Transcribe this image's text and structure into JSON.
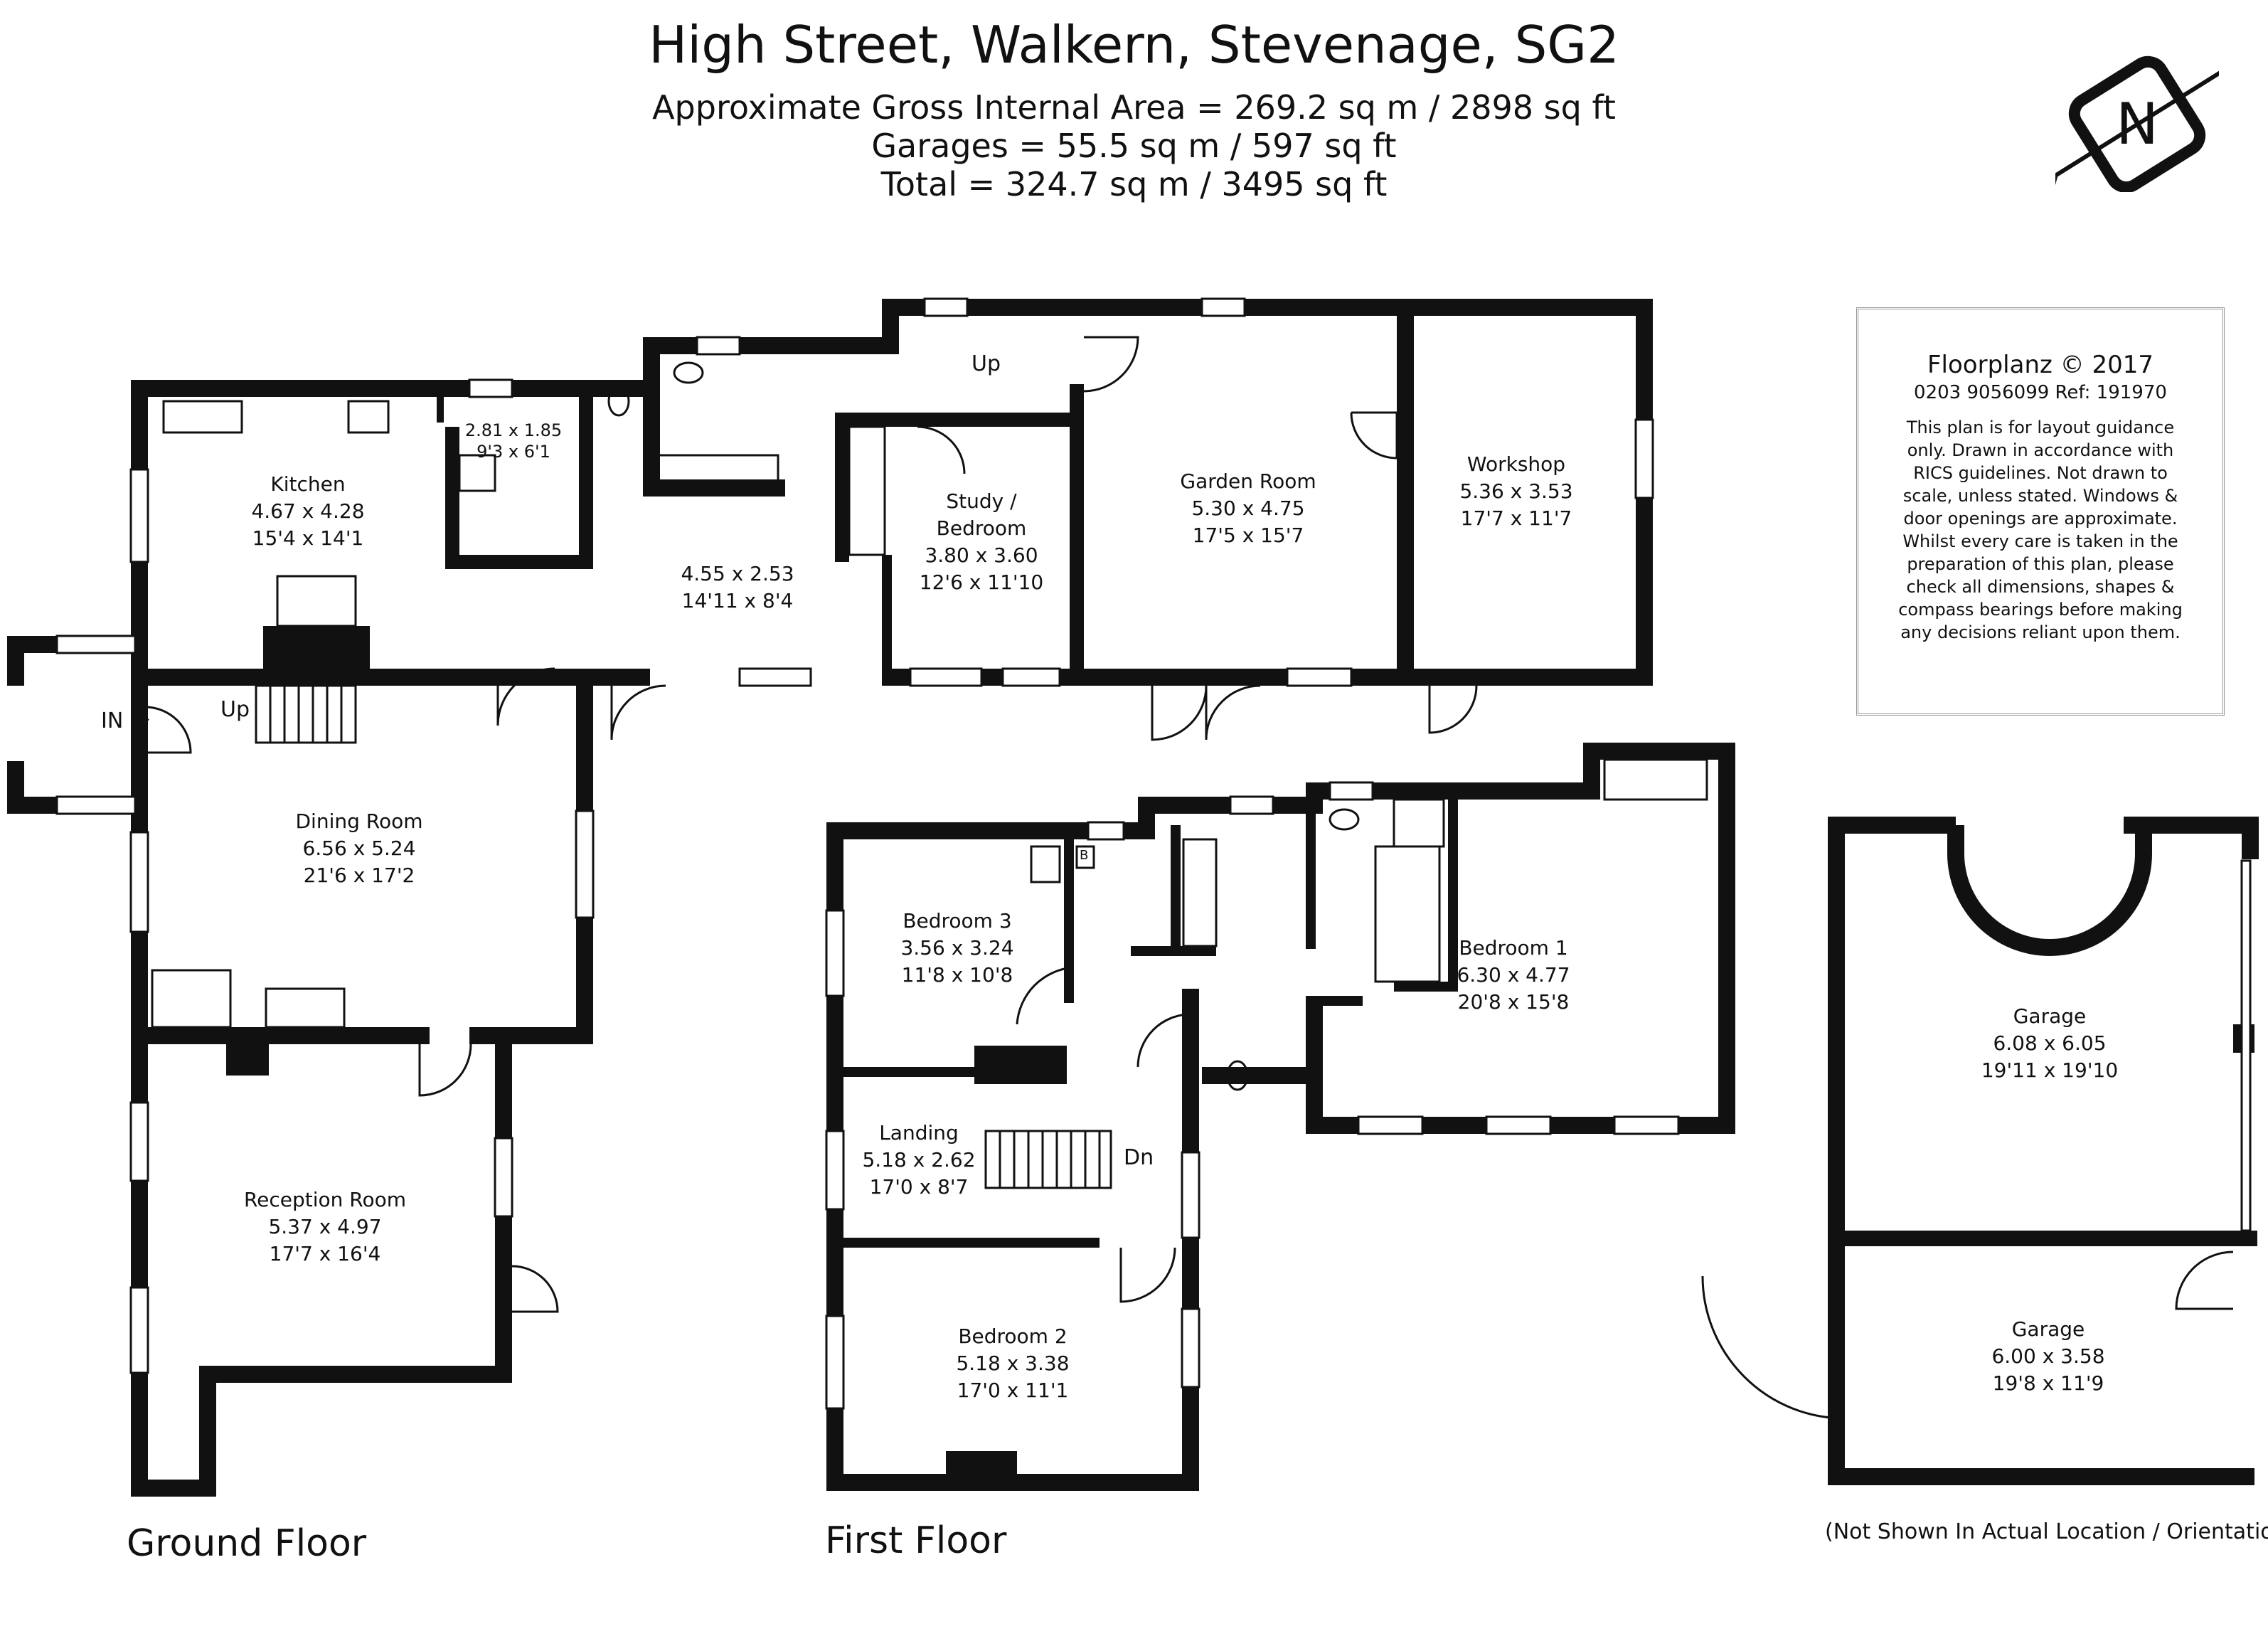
{
  "header": {
    "title": "High Street, Walkern, Stevenage, SG2",
    "area_lines": [
      "Approximate Gross Internal Area = 269.2 sq m / 2898 sq ft",
      "Garages = 55.5 sq m / 597 sq ft",
      "Total = 324.7 sq m / 3495 sq ft"
    ]
  },
  "compass": {
    "icon": "north-arrow-icon",
    "letter": "N"
  },
  "info": {
    "brand": "Floorplanz © 2017",
    "ref": "0203 9056099 Ref: 191970",
    "disclaimer": "This plan is for layout guidance only. Drawn in accordance with RICS guidelines. Not drawn to scale, unless stated. Windows & door openings are approximate. Whilst every care is taken in the preparation of this plan, please check all dimensions, shapes & compass bearings before making any decisions reliant upon them."
  },
  "floors": {
    "ground": "Ground Floor",
    "first": "First Floor",
    "garage_note": "(Not Shown In Actual Location / Orientation)"
  },
  "rooms": {
    "kitchen": {
      "name": "Kitchen",
      "metric": "4.67 x 4.28",
      "imperial": "15'4 x 14'1"
    },
    "utility": {
      "name": "",
      "metric": "2.81 x 1.85",
      "imperial": "9'3 x 6'1"
    },
    "hall": {
      "name": "",
      "metric": "4.55 x 2.53",
      "imperial": "14'11 x 8'4"
    },
    "study": {
      "name": "Study /",
      "name2": "Bedroom",
      "metric": "3.80 x 3.60",
      "imperial": "12'6 x 11'10"
    },
    "garden_room": {
      "name": "Garden Room",
      "metric": "5.30 x 4.75",
      "imperial": "17'5 x 15'7"
    },
    "workshop": {
      "name": "Workshop",
      "metric": "5.36 x 3.53",
      "imperial": "17'7 x 11'7"
    },
    "dining": {
      "name": "Dining Room",
      "metric": "6.56 x 5.24",
      "imperial": "21'6 x 17'2"
    },
    "reception": {
      "name": "Reception Room",
      "metric": "5.37 x 4.97",
      "imperial": "17'7 x 16'4"
    },
    "bedroom3": {
      "name": "Bedroom 3",
      "metric": "3.56 x 3.24",
      "imperial": "11'8 x 10'8"
    },
    "landing": {
      "name": "Landing",
      "metric": "5.18 x 2.62",
      "imperial": "17'0 x 8'7"
    },
    "bedroom2": {
      "name": "Bedroom 2",
      "metric": "5.18 x 3.38",
      "imperial": "17'0 x 11'1"
    },
    "bedroom1": {
      "name": "Bedroom 1",
      "metric": "6.30 x 4.77",
      "imperial": "20'8 x 15'8"
    },
    "garage1": {
      "name": "Garage",
      "metric": "6.08 x 6.05",
      "imperial": "19'11 x 19'10"
    },
    "garage2": {
      "name": "Garage",
      "metric": "6.00 x 3.58",
      "imperial": "19'8 x 11'9"
    }
  },
  "markers": {
    "entry": "IN",
    "up": "Up",
    "down": "Dn",
    "boiler": "B"
  }
}
